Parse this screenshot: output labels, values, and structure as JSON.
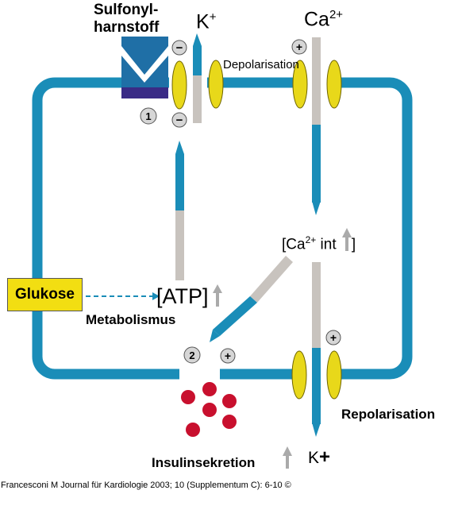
{
  "labels": {
    "sulfonylharnstoff_line1": "Sulfonyl-",
    "sulfonylharnstoff_line2": "harnstoff",
    "k_plus_top": "K",
    "k_plus_top_sup": "+",
    "ca_top": "Ca",
    "ca_top_sup": "2+",
    "depolarisation": "Depolarisation",
    "ca_int_prefix": "[Ca",
    "ca_int_sup": "2+",
    "ca_int_suffix": " int",
    "ca_int_close": " ]",
    "glukose": "Glukose",
    "atp": "[ATP]",
    "metabolismus": "Metabolismus",
    "repolarisation": "Repolarisation",
    "insulinsekretion": "Insulinsekretion",
    "k_plus_bottom": "K",
    "k_plus_bottom_sup": "+",
    "step_1": "1",
    "step_2": "2",
    "charge_minus": "−",
    "charge_plus": "+"
  },
  "credit": "Francesconi M Journal für Kardiologie 2003; 10 (Supplementum C): 6-10 ©",
  "colors": {
    "membrane": "#1a8db8",
    "channel": "#e8d81a",
    "channel_stroke": "#6e6400",
    "gray_segment": "#c8c3be",
    "granule": "#c8102e",
    "glukose_box": "#f2de12",
    "receptor_top": "#1f6fa6",
    "receptor_bottom": "#3a2b86"
  },
  "icons": [
    "arrow-up-icon",
    "dashed-arrow-icon",
    "sulfonylurea-receptor-icon",
    "insulin-granule-icon"
  ]
}
